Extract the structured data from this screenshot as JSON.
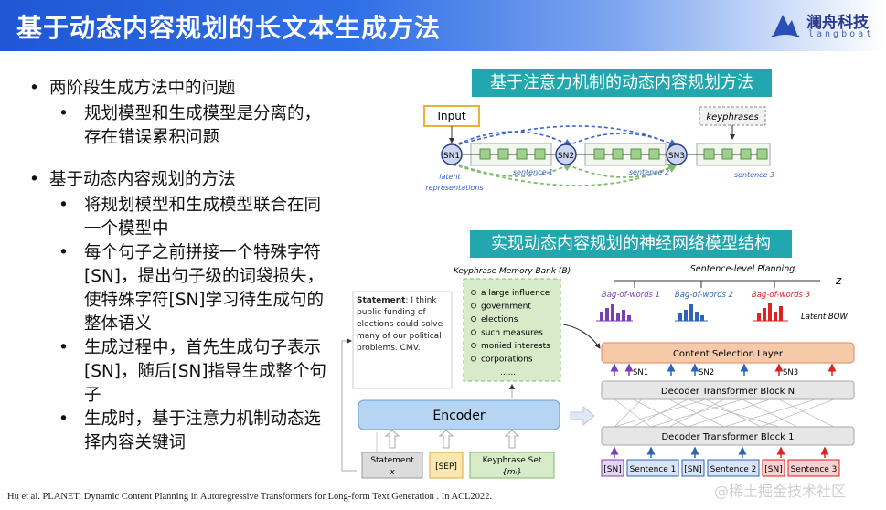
{
  "slide": {
    "title": "基于动态内容规划的长文本生成方法",
    "logo": {
      "name_cn": "澜舟科技",
      "name_en": "langboat"
    }
  },
  "bullets": {
    "l1_a": "两阶段生成方法中的问题",
    "l2_a": "规划模型和生成模型是分离的，存在错误累积问题",
    "l1_b": "基于动态内容规划的方法",
    "l2_b": "将规划模型和生成模型联合在同一个模型中",
    "l2_c": "每个句子之前拼接一个特殊字符[SN]，提出句子级的词袋损失，使特殊字符[SN]学习待生成句的整体语义",
    "l2_d": "生成过程中，首先生成句子表示[SN]，随后[SN]指导生成整个句子",
    "l2_e": "生成时，基于注意力机制动态选择内容关键词"
  },
  "figure1": {
    "band_title": "基于注意力机制的动态内容规划方法",
    "input": "Input",
    "keyphrases": "keyphrases",
    "sn1": "SN1",
    "sn2": "SN2",
    "sn3": "SN3",
    "latent": "latent",
    "representations": "representations",
    "sentence1": "sentence 1",
    "sentence2": "sentence 2",
    "sentence3": "sentence 3"
  },
  "figure2": {
    "band_title": "实现动态内容规划的神经网络模型结构",
    "memory_bank_title": "Keyphrase Memory Bank (B)",
    "memory_items": [
      "a large influence",
      "government",
      "elections",
      "such measures",
      "monied interests",
      "corporations",
      "......"
    ],
    "statement_label": "Statement",
    "statement_text": ": I think public funding of elections could solve many of our political problems. CMV.",
    "encoder": "Encoder",
    "input_statement": "Statement",
    "input_x": "x",
    "input_sep": "[SEP]",
    "input_keyphrase": "Keyphrase Set",
    "input_mi": "{mᵢ}",
    "sentence_level_planning": "Sentence-level Planning",
    "z": "z",
    "bow1": "Bag-of-words 1",
    "bow2": "Bag-of-words 2",
    "bow3": "Bag-of-words 3",
    "latent_bow": "Latent BOW",
    "content_selection": "Content Selection Layer",
    "sn1": "SN1",
    "sn2": "SN2",
    "sn3": "SN3",
    "decoder_n": "Decoder Transformer Block N",
    "decoder_1": "Decoder Transformer Block 1",
    "dec_tokens": [
      "[SN]",
      "Sentence 1",
      "[SN]",
      "Sentence 2",
      "[SN]",
      "Sentence 3"
    ]
  },
  "citation": "Hu et al. PLANET: Dynamic Content Planning in Autoregressive Transformers for Long-form Text Generation . In ACL2022.",
  "watermark": "@稀土掘金技术社区"
}
